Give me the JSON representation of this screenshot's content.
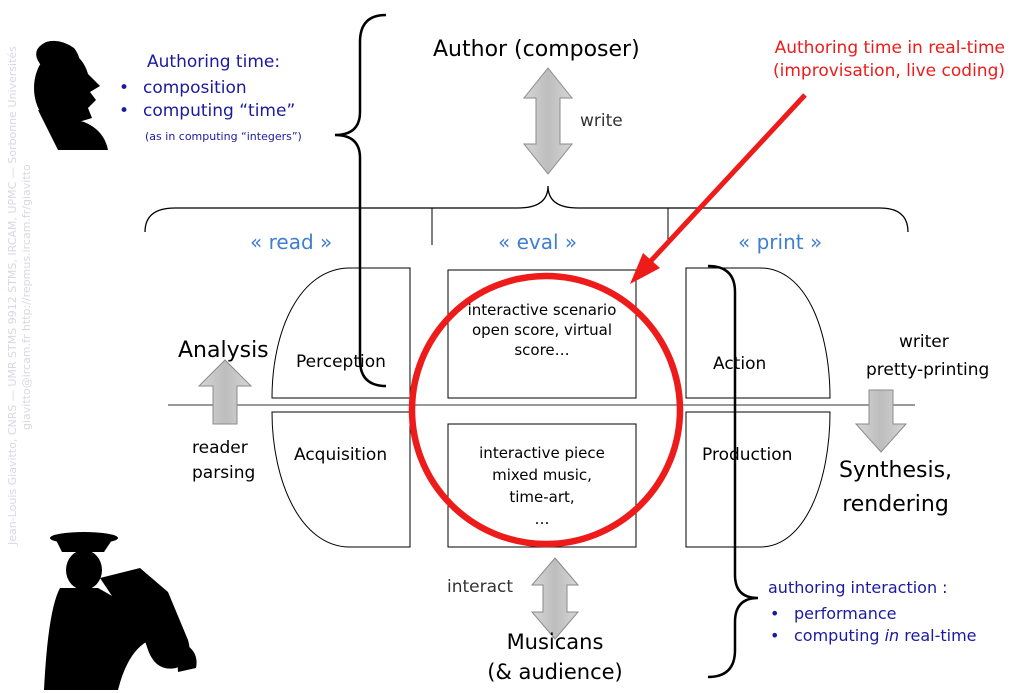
{
  "authoring_time": {
    "title": "Authoring time:",
    "items": [
      "composition",
      "computing “time”"
    ],
    "note": "(as in computing “integers”)"
  },
  "author": {
    "label": "Author (composer)",
    "arrow_label": "write"
  },
  "realtime": {
    "line1": "Authoring time in real-time",
    "line2": "(improvisation, live coding)"
  },
  "columns": {
    "read": "read",
    "eval": "eval",
    "print": "print",
    "open_quote": "«",
    "close_quote": "»"
  },
  "left": {
    "analysis": "Analysis",
    "perception": "Perception",
    "acquisition": "Acquisition",
    "reader": "reader",
    "parsing": "parsing"
  },
  "center": {
    "top_box": [
      "interactive scenario",
      "open score, virtual",
      "score…"
    ],
    "bottom_box": [
      "interactive piece",
      "mixed music,",
      "time-art,",
      "…"
    ]
  },
  "right": {
    "action": "Action",
    "production": "Production",
    "writer": "writer",
    "pretty_printing": "pretty-printing",
    "synthesis": "Synthesis,",
    "rendering": "rendering"
  },
  "bottom": {
    "interact": "interact",
    "musicians": "Musicans",
    "audience": "(& audience)"
  },
  "authoring_interaction": {
    "title": "authoring interaction :",
    "item1": "performance",
    "item2_prefix": "computing ",
    "item2_em": "in",
    "item2_suffix": " real-time"
  },
  "watermark": {
    "line1": "Jean-Louis Giavitto, CNRS — UMR STMS 9912 STMS, IRCAM, UPMC — Sorbonne Universités",
    "line2": "giavitto@ircam.fr  http://repmus.ircam.fr/giavitto"
  },
  "colors": {
    "dark_blue": "#1a1aa0",
    "light_blue": "#3f7fd0",
    "red": "#ee1b1b",
    "arrow_gray": "#c4c4c4"
  },
  "icons": [
    "composer-silhouette-icon",
    "saxophone-player-silhouette-icon"
  ]
}
